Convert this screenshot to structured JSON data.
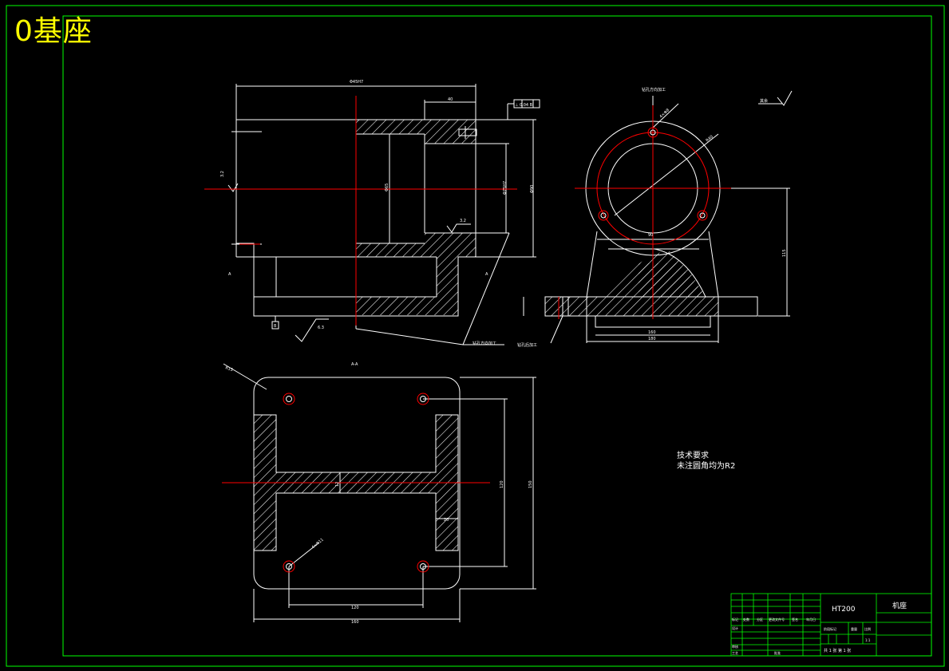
{
  "sheet_title": "0基座",
  "colors": {
    "background": "#000000",
    "frame": "#00ff00",
    "geometry": "#ffffff",
    "centerline": "#ff0000",
    "title_text": "#ffff00"
  },
  "front_view": {
    "top_dimension": "Φ45H7",
    "right_dimension_top": "40",
    "gdt_frame": "⊥ 0.04 B",
    "bore_vertical": "Φ65",
    "right_dimension_outer": "Φ90",
    "right_dimension_mid": "Φ75H7",
    "section_mark_left": "A",
    "section_mark_right": "A",
    "datum_letter": "B",
    "roughness_top": "3.2",
    "roughness_mid": "3.2",
    "roughness_bottom": "6.3",
    "leader_note": "钻孔方向加工"
  },
  "side_view": {
    "hole_note": "钻孔方向加工",
    "pcd_label": "4×Φ8",
    "radius_label": "R40",
    "roughness_label": "其余",
    "center_label": "90",
    "height_dimension": "115",
    "width_inner": "160",
    "width_outer": "180",
    "bottom_leader": "钻孔后加工"
  },
  "section_view": {
    "section_title": "A-A",
    "corner_label": "R15",
    "hole_label": "4×Φ11",
    "width_holes": "120",
    "width_total": "160",
    "height_holes": "120",
    "height_total": "150",
    "rib_label": "12",
    "slot_label": "20"
  },
  "notes": {
    "heading": "技术要求",
    "line1": "未注圆角均为R2"
  },
  "title_block": {
    "material": "HT200",
    "part_name": "机座",
    "scale": "1:1",
    "row_labels": [
      "标记",
      "处数",
      "分区",
      "更改文件号",
      "签名",
      "年月日"
    ],
    "left_labels": [
      "设计",
      "审核",
      "工艺"
    ],
    "stage_label": "阶段标记",
    "weight_label": "重量",
    "scale_label": "比例",
    "sheets": "共 1 张 第 1 张",
    "approve": "批准"
  }
}
